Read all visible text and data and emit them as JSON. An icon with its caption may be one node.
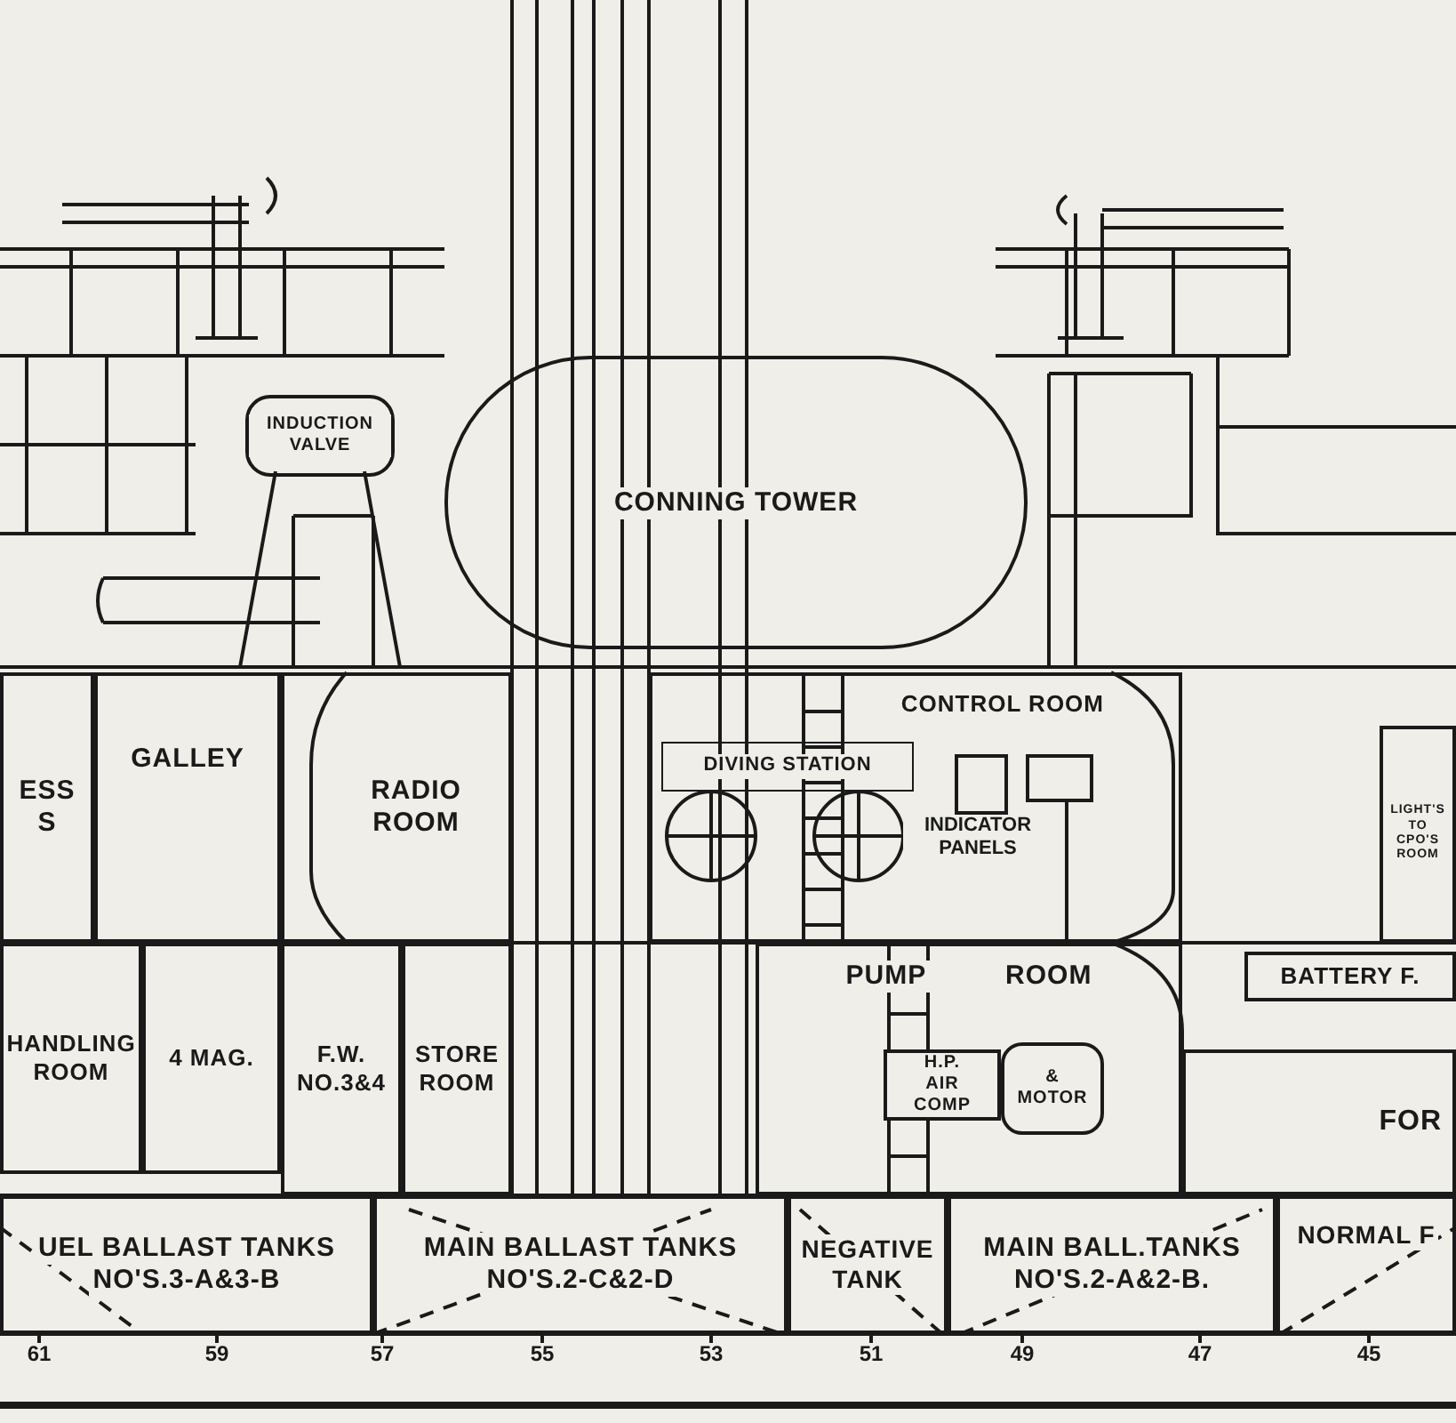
{
  "diagram": {
    "nodes": [
      {
        "text": [
          "ESS",
          "S"
        ]
      },
      {
        "text": [
          "GALLEY"
        ]
      },
      {
        "text": [
          "RADIO ROOM"
        ]
      },
      {
        "text": [
          "CONNING TOWER"
        ]
      },
      {
        "text": [
          "INDUCTION VALVE"
        ]
      },
      {
        "text": [
          "CONTROL ROOM"
        ]
      },
      {
        "text": [
          "DIVING STATION"
        ],
        "in": 5
      },
      {
        "text": [
          "HANDLING ROOM"
        ]
      },
      {
        "text": [
          "4 MAG."
        ]
      },
      {
        "text": [
          "F.W. NO.3&4"
        ]
      },
      {
        "text": [
          "STORE ROOM"
        ]
      },
      {
        "text": [
          "PUMP ROOM"
        ]
      },
      {
        "text": [
          "H.P. AIR COMP"
        ],
        "in": 11
      },
      {
        "text": [
          "& MOTOR"
        ],
        "in": 11
      },
      {
        "text": [
          "LIGHT'S TO CPO'S ROOM"
        ]
      },
      {
        "text": [
          "BATTERY F."
        ]
      },
      {
        "text": [
          "FOR"
        ]
      },
      {
        "text": [
          "UEL BALLAST TANKS",
          "NO'S.3-A&3-B"
        ]
      },
      {
        "text": [
          "MAIN BALLAST TANKS",
          "NO'S.2-C&2-D"
        ]
      },
      {
        "text": [
          "NEGATIVE TANK"
        ]
      },
      {
        "text": [
          "MAIN BALL.TANKS",
          "NO'S.2-A&2-B."
        ]
      },
      {
        "text": [
          "NORMAL F"
        ]
      }
    ],
    "edges": [],
    "labels": [
      "INDICATOR PANELS",
      "61",
      "59",
      "57",
      "55",
      "53",
      "51",
      "49",
      "47",
      "45"
    ]
  }
}
